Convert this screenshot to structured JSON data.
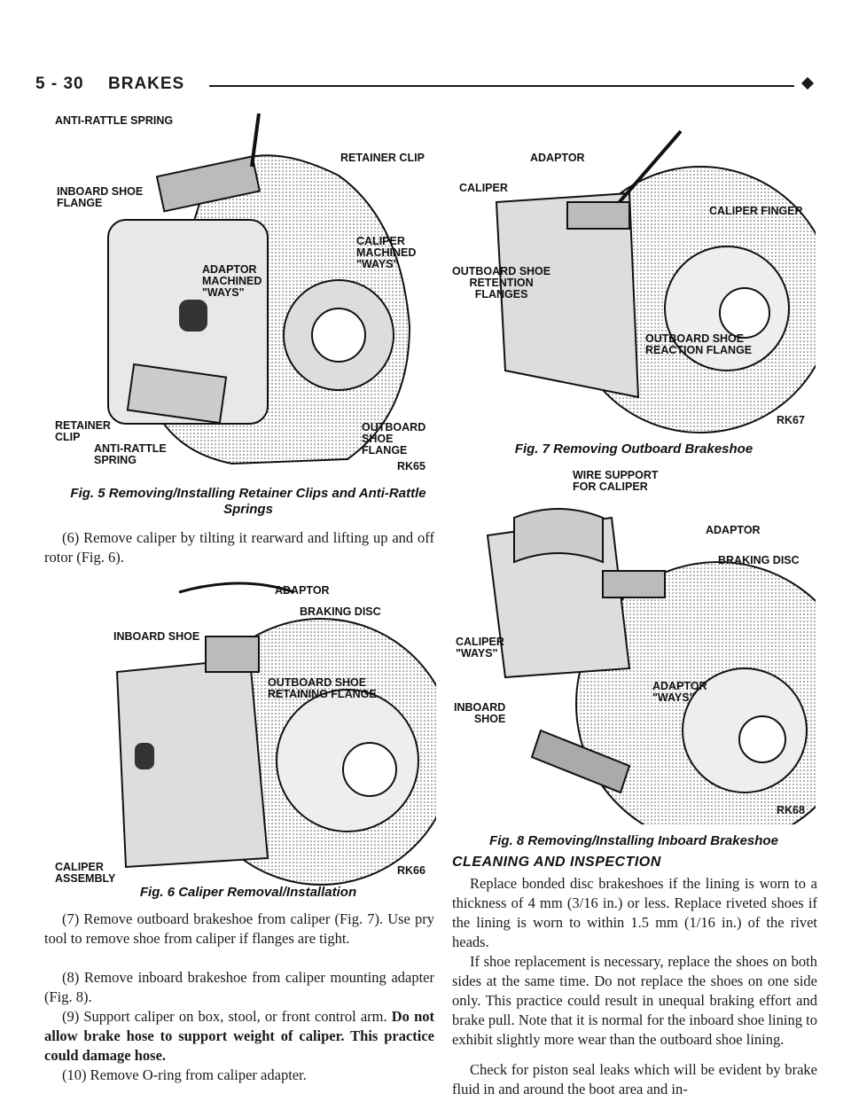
{
  "header": {
    "section_number": "5 - 30",
    "section_title": "BRAKES"
  },
  "fig5": {
    "labels": {
      "anti_rattle_spring_top": "ANTI-RATTLE SPRING",
      "retainer_clip_top": "RETAINER CLIP",
      "inboard_shoe_flange": "INBOARD SHOE\nFLANGE",
      "caliper_machined_ways": "CALIPER\nMACHINED\n\"WAYS\"",
      "adaptor_machined_ways": "ADAPTOR\nMACHINED\n\"WAYS\"",
      "retainer_clip_bottom": "RETAINER\nCLIP",
      "anti_rattle_spring_bottom": "ANTI-RATTLE\nSPRING",
      "outboard_shoe_flange": "OUTBOARD\nSHOE FLANGE",
      "code": "RK65"
    },
    "caption": "Fig. 5 Removing/Installing Retainer Clips and Anti-Rattle Springs"
  },
  "fig6": {
    "labels": {
      "adaptor": "ADAPTOR",
      "braking_disc": "BRAKING DISC",
      "inboard_shoe": "INBOARD SHOE",
      "outboard_shoe_retaining_flange": "OUTBOARD SHOE\nRETAINING FLANGE",
      "caliper_assembly": "CALIPER\nASSEMBLY",
      "code": "RK66"
    },
    "caption": "Fig. 6 Caliper Removal/Installation"
  },
  "fig7": {
    "labels": {
      "adaptor": "ADAPTOR",
      "caliper": "CALIPER",
      "caliper_finger": "CALIPER FINGER",
      "outboard_shoe_retention_flanges": "OUTBOARD SHOE\nRETENTION\nFLANGES",
      "outboard_shoe_reaction_flange": "OUTBOARD SHOE\nREACTION FLANGE",
      "code": "RK67"
    },
    "caption": "Fig. 7 Removing Outboard Brakeshoe"
  },
  "fig8": {
    "labels": {
      "wire_support": "WIRE SUPPORT\nFOR CALIPER",
      "adaptor": "ADAPTOR",
      "braking_disc": "BRAKING DISC",
      "caliper_ways": "CALIPER\n\"WAYS\"",
      "adaptor_ways": "ADAPTOR\n\"WAYS\"",
      "inboard_shoe": "INBOARD\nSHOE",
      "code": "RK68"
    },
    "caption": "Fig. 8 Removing/Installing Inboard Brakeshoe"
  },
  "left_text": {
    "step6": "(6) Remove caliper by tilting it rearward and lifting up and off rotor (Fig. 6).",
    "step7": "(7) Remove outboard brakeshoe from caliper (Fig. 7). Use pry tool to remove shoe from caliper if flanges are tight.",
    "step8": "(8) Remove inboard brakeshoe from caliper mounting adapter (Fig. 8).",
    "step9_plain": "(9) Support caliper on box, stool, or front control arm.",
    "step9_bold": "Do not allow brake hose to support weight of caliper. This practice could damage hose.",
    "step10": "(10) Remove O-ring from caliper adapter."
  },
  "right_text": {
    "section_heading": "CLEANING AND INSPECTION",
    "para1": "Replace bonded disc brakeshoes if the lining is worn to a thickness of 4 mm (3/16 in.) or less. Replace riveted shoes if the lining is worn to within 1.5 mm (1/16 in.) of the rivet heads.",
    "para2": "If shoe replacement is necessary, replace the shoes on both sides at the same time. Do not replace the shoes on one side only. This practice could result in unequal braking effort and brake pull. Note that it is normal for the inboard shoe lining to exhibit slightly more wear than the outboard shoe lining.",
    "para3": "Check for piston seal leaks which will be evident by brake fluid in and around the boot area and in-"
  }
}
